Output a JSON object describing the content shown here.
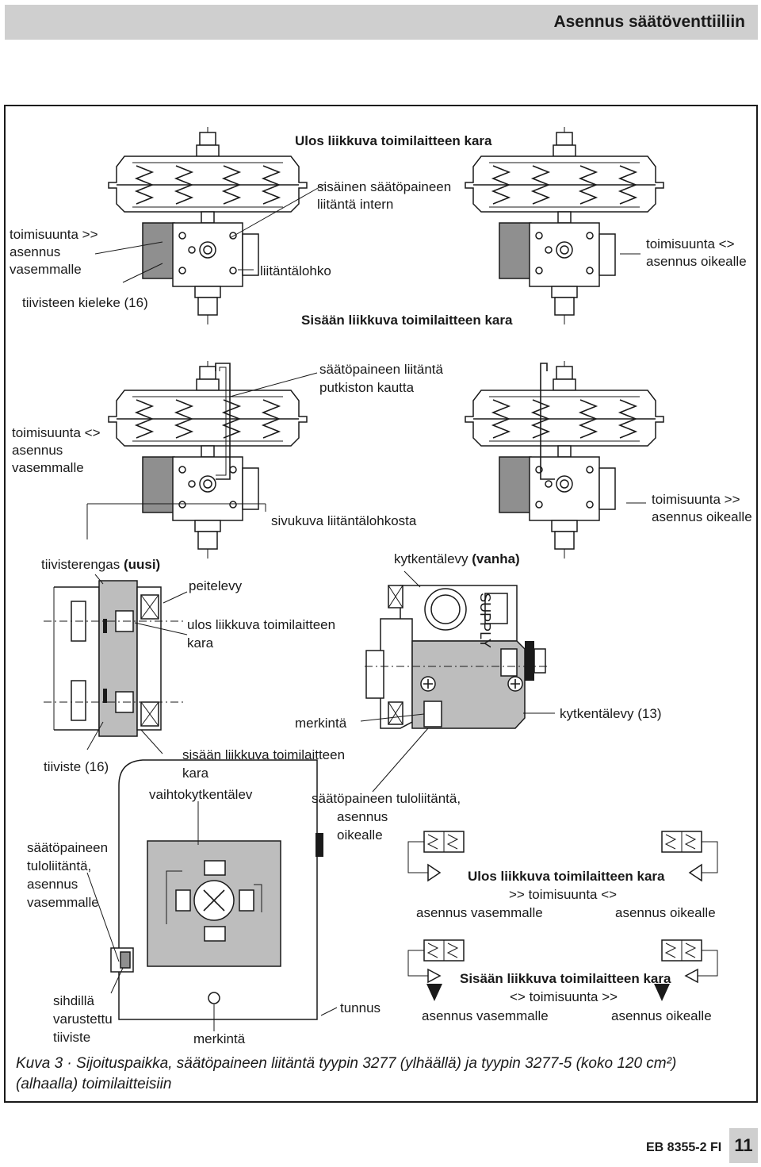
{
  "header": {
    "title": "Asennus säätöventtiiliin"
  },
  "top_section": {
    "heading_out": "Ulos liikkuva toimilaitteen kara",
    "internal_line1": "sisäinen säätöpaineen",
    "internal_line2": "liitäntä intern",
    "left_dir_line1": "toimisuunta >>",
    "left_dir_line2": "asennus",
    "left_dir_line3": "vasemmalle",
    "connection_block": "liitäntälohko",
    "right_dir_line1": "toimisuunta <>",
    "right_dir_line2": "asennus oikealle",
    "seal_tab": "tiivisteen kieleke (16)",
    "heading_in": "Sisään liikkuva toimilaitteen kara",
    "piping_line1": "säätöpaineen liitäntä",
    "piping_line2": "putkiston kautta",
    "left2_line1": "toimisuunta <>",
    "left2_line2": "asennus",
    "left2_line3": "vasemmalle",
    "side_block": "sivukuva liitäntälohkosta",
    "right2_line1": "toimisuunta >>",
    "right2_line2": "asennus oikealle"
  },
  "bottom_section": {
    "seal_ring_prefix": "tiivisterengas ",
    "seal_ring_new": "(uusi)",
    "cover_plate": "peitelevy",
    "switch_plate_prefix": "kytkentälevy ",
    "switch_plate_old": "(vanha)",
    "supply": "SUPPLY",
    "out_stem_line1": "ulos liikkuva toimilaitteen",
    "out_stem_line2": "kara",
    "marking_top": "merkintä",
    "switch_plate_13": "kytkentälevy (13)",
    "seal_16": "tiiviste (16)",
    "in_stem_line1": "sisään liikkuva toimilaitteen",
    "in_stem_line2": "kara",
    "changeover": "vaihtokytkentälev",
    "supply_right_line1": "säätöpaineen tuloliitäntä,",
    "supply_right_line2": "asennus",
    "supply_right_line3": "oikealle",
    "supply_left_line1": "säätöpaineen",
    "supply_left_line2": "tuloliitäntä,",
    "supply_left_line3": "asennus",
    "supply_left_line4": "vasemmalle",
    "out_heading": "Ulos liikkuva toimilaitteen kara",
    "out_dir": ">> toimisuunta <>",
    "out_left": "asennus vasemmalle",
    "out_right": "asennus oikealle",
    "in_heading": "Sisään liikkuva toimilaitteen kara",
    "in_dir": "<> toimisuunta >>",
    "in_left": "asennus vasemmalle",
    "in_right": "asennus oikealle",
    "filter_line1": "sihdillä",
    "filter_line2": "varustettu",
    "filter_line3": "tiiviste",
    "marking_bottom": "merkintä",
    "identifier": "tunnus"
  },
  "caption": {
    "line1": "Kuva 3 · Sijoituspaikka, säätöpaineen liitäntä tyypin 3277 (ylhäällä) ja tyypin 3277-5 (koko 120 cm²)",
    "line2": "(alhaalla) toimilaitteisiin"
  },
  "footer": {
    "doc_ref": "EB 8355-2 FI",
    "page": "11"
  }
}
